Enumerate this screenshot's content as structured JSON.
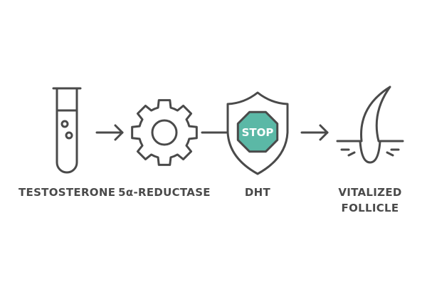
{
  "steps": [
    {
      "label": "TESTOSTERONE",
      "icon": "test-tube-icon"
    },
    {
      "label": "5α-REDUCTASE",
      "icon": "gear-icon"
    },
    {
      "label": "DHT",
      "icon": "shield-icon"
    },
    {
      "label_lines": [
        "VITALIZED",
        "FOLLICLE"
      ],
      "icon": "hair-follicle-icon"
    }
  ],
  "stop_sign": {
    "text": "STOP",
    "color": "#5bb8a6"
  },
  "colors": {
    "line": "#4a4a4a",
    "background": "#ffffff",
    "accent": "#5bb8a6"
  }
}
